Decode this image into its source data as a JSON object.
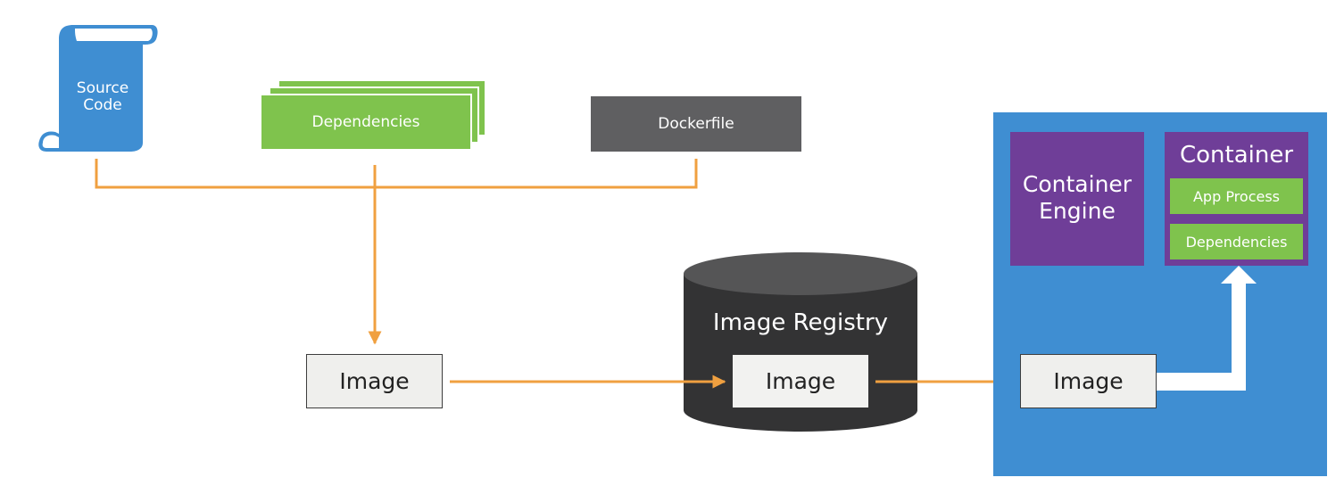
{
  "source_code": {
    "label": "Source\nCode"
  },
  "dependencies": {
    "label": "Dependencies"
  },
  "dockerfile": {
    "label": "Dockerfile"
  },
  "build_image": {
    "label": "Image"
  },
  "registry": {
    "title": "Image Registry",
    "image_label": "Image"
  },
  "host": {
    "engine_label": "Container\nEngine",
    "image_label": "Image",
    "container": {
      "title": "Container",
      "app_process_label": "App Process",
      "dependencies_label": "Dependencies"
    }
  },
  "colors": {
    "arrow": "#f0a040",
    "source_blue": "#3f8ed2",
    "deps_green": "#7fc34d",
    "dockerfile_gray": "#5f5f61",
    "registry_dark": "#333334",
    "host_blue": "#3f8ed2",
    "engine_purple": "#6f3e98"
  }
}
